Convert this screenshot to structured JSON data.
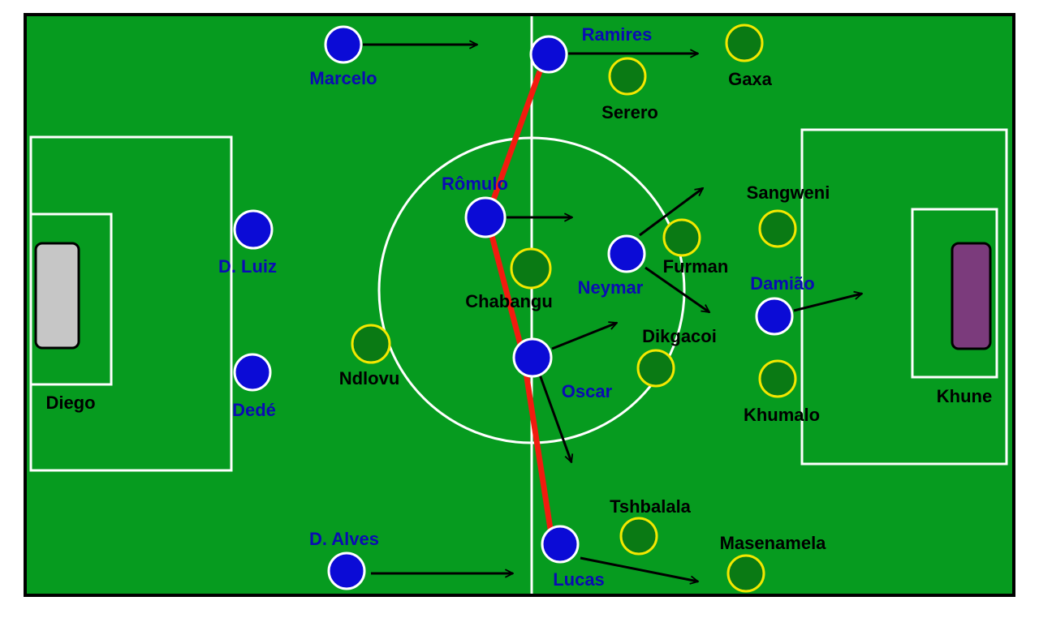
{
  "colors": {
    "grass": "#069b1f",
    "line": "#ffffff",
    "border": "#000000",
    "brazil_fill": "#0b0bd6",
    "brazil_label": "#0b0bb3",
    "sa_fill": "#0a7a14",
    "sa_ring": "#f3e800",
    "sa_label": "#000000",
    "red_line": "#f21b0f",
    "arrow": "#000000",
    "left_goal": "#c6c6c6",
    "right_goal": "#7b3b7c"
  },
  "brazil": {
    "marcelo": "Marcelo",
    "ramires": "Ramires",
    "romulo": "Rômulo",
    "d_luiz": "D. Luiz",
    "dede": "Dedé",
    "neymar": "Neymar",
    "oscar": "Oscar",
    "damiao": "Damião",
    "d_alves": "D. Alves",
    "lucas": "Lucas"
  },
  "south_africa": {
    "gaxa": "Gaxa",
    "serero": "Serero",
    "sangweni": "Sangweni",
    "furman": "Furman",
    "chabangu": "Chabangu",
    "ndlovu": "Ndlovu",
    "dikgacoi": "Dikgacoi",
    "khumalo": "Khumalo",
    "tshabalala": "Tshbalala",
    "masenamela": "Masenamela"
  },
  "goalkeepers": {
    "diego": "Diego",
    "khune": "Khune"
  }
}
